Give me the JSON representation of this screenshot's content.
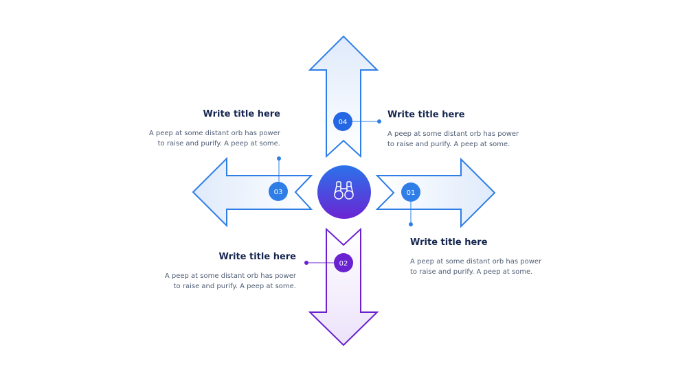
{
  "colors": {
    "blue": "#2f7de6",
    "purple": "#6a22d0",
    "dark_text": "#16264f",
    "body_text": "#4f5d74"
  },
  "center": {
    "icon": "binoculars-icon"
  },
  "steps": [
    {
      "number": "01",
      "direction": "right",
      "color": "#2f7de6",
      "title": "Write title here",
      "desc_line1": "A peep at some distant orb has power",
      "desc_line2": "to raise and purify.  A peep at some."
    },
    {
      "number": "02",
      "direction": "down",
      "color": "#6a22d0",
      "title": "Write title here",
      "desc_line1": "A peep at some distant orb has power",
      "desc_line2": "to raise and purify.  A peep at some."
    },
    {
      "number": "03",
      "direction": "left",
      "color": "#2f7de6",
      "title": "Write title here",
      "desc_line1": "A peep at some distant orb has power",
      "desc_line2": "to raise and purify.  A peep at some."
    },
    {
      "number": "04",
      "direction": "up",
      "color": "#2f7de6",
      "title": "Write title here",
      "desc_line1": "A peep at some distant orb has power",
      "desc_line2": "to raise and purify.  A peep at some."
    }
  ]
}
